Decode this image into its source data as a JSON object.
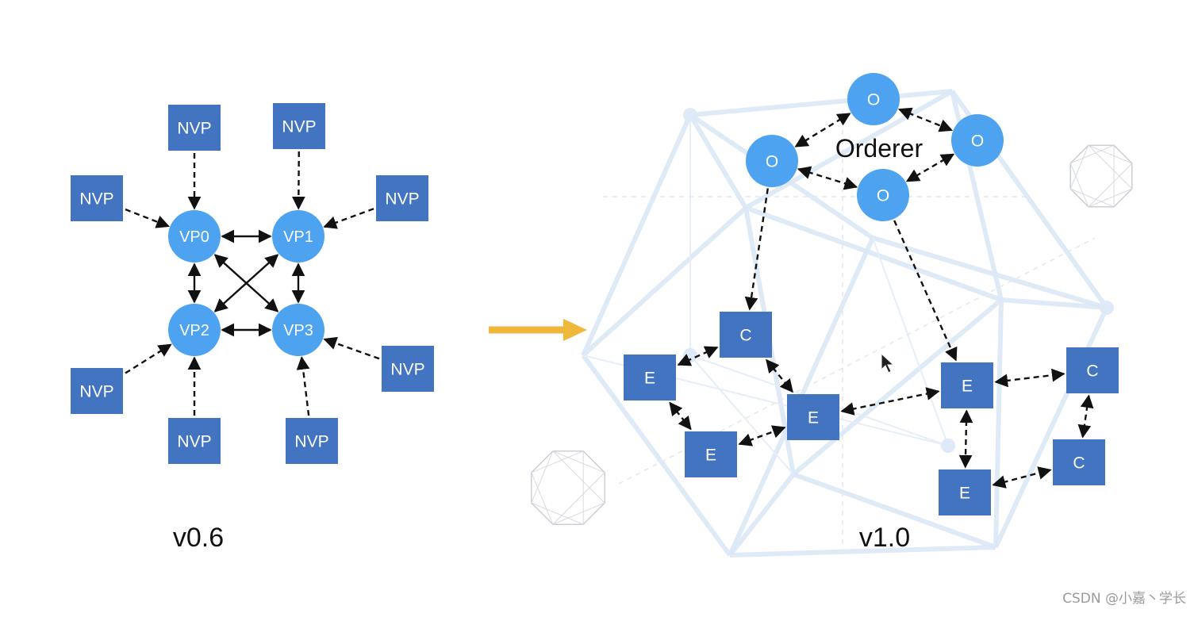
{
  "left_diagram": {
    "version_label": "v0.6",
    "vp_nodes": [
      "VP0",
      "VP1",
      "VP2",
      "VP3"
    ],
    "nvp_nodes": [
      "NVP",
      "NVP",
      "NVP",
      "NVP",
      "NVP",
      "NVP",
      "NVP",
      "NVP"
    ]
  },
  "right_diagram": {
    "version_label": "v1.0",
    "orderer_label": "Orderer",
    "orderer_nodes": [
      "O",
      "O",
      "O",
      "O"
    ],
    "committer_nodes": [
      "C",
      "C",
      "C"
    ],
    "endorser_nodes": [
      "E",
      "E",
      "E",
      "E",
      "E"
    ]
  },
  "watermark": "CSDN @小嘉丶学长",
  "colors": {
    "peer_circle": "#4da3ef",
    "box_fill": "#4374c1",
    "arrow_accent": "#f0b83a",
    "background_mesh": "#dce8f7"
  }
}
